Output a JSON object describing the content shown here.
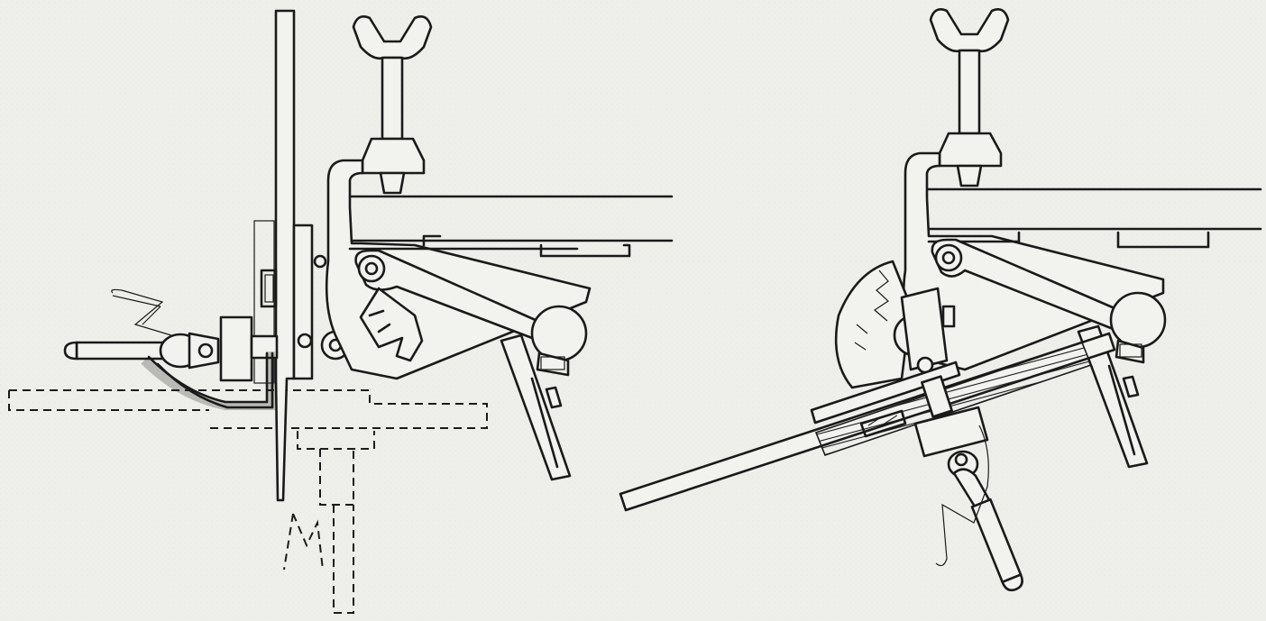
{
  "figure": {
    "panels": [
      {
        "id": "left",
        "subject": "saw-vise-clamp-vertical-blade"
      },
      {
        "id": "right",
        "subject": "saw-vise-clamp-tilted-blade"
      }
    ],
    "colors": {
      "ink": "#1a1a1a",
      "paper": "#eeeeea"
    }
  }
}
